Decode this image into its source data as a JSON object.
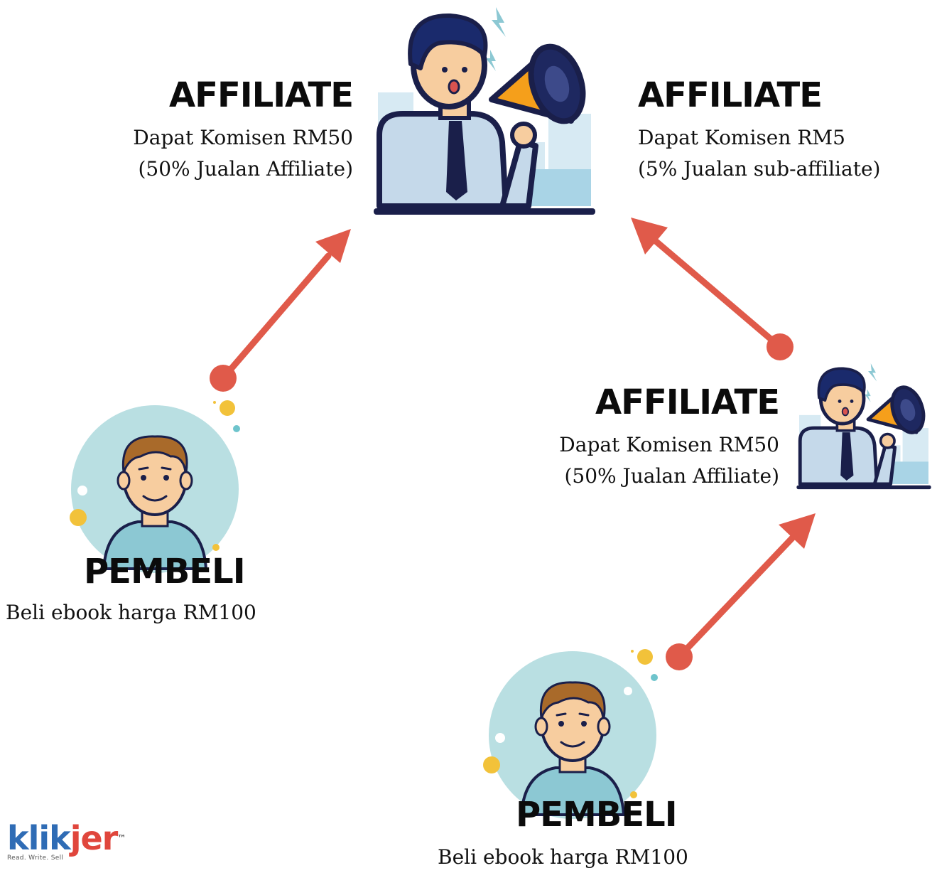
{
  "colors": {
    "arrow": "#e05a4a",
    "circle": "#b9dfe2",
    "skin": "#f7cd9f",
    "hair": "#a96a2a",
    "shirt": "#8cc8d3",
    "outline": "#1a1f4a",
    "megaphone": "#f59f1b",
    "dot_yellow": "#f2c23a",
    "dot_teal": "#6ec4cc",
    "logo_blue": "#2f6cb5",
    "logo_red": "#e0463c"
  },
  "nodes": {
    "affiliate_top": {
      "title": "AFFILIATE",
      "line1": "Dapat Komisen RM50",
      "line2": "(50% Jualan Affiliate)"
    },
    "affiliate_top_right": {
      "title": "AFFILIATE",
      "line1": "Dapat Komisen RM5",
      "line2": "(5% Jualan sub-affiliate)"
    },
    "affiliate_sub": {
      "title": "AFFILIATE",
      "line1": "Dapat Komisen RM50",
      "line2": "(50% Jualan Affiliate)"
    },
    "buyer_left": {
      "title": "PEMBELI",
      "line1": "Beli ebook harga RM100"
    },
    "buyer_bottom": {
      "title": "PEMBELI",
      "line1": "Beli ebook harga RM100"
    }
  },
  "logo": {
    "part1": "klik",
    "part2": "jer",
    "tm": "™",
    "tagline": "Read. Write. Sell"
  }
}
